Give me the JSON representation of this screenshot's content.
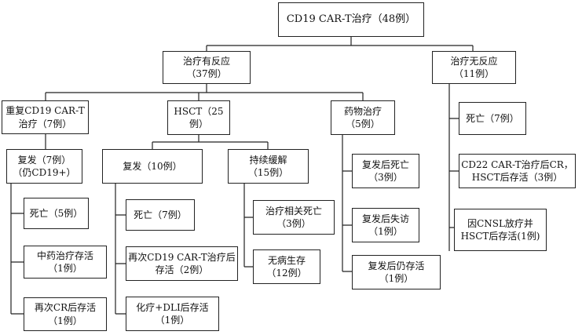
{
  "nodes": {
    "root": "CD19 CAR-T治疗（48例）",
    "responded": "治疗有反应\n（37例）",
    "no_response": "治疗无反应\n（11例）",
    "repeat_cart": "重复CD19 CAR-T\n治疗（7例）",
    "hsct": "HSCT（25例）",
    "drug": "药物治疗\n（5例）",
    "nr_death": "死亡（7例）",
    "nr_cd22": "CD22 CAR-T治疗后CR，\nHSCT后存活（3例）",
    "nr_cnsl": "因CNSL放疗并\nHSCT后存活(1例)",
    "repeat_relapse": "复发（7例）\n（仍CD19+）",
    "rr_death": "死亡（5例）",
    "rr_tcm": "中药治疗存活\n（1例）",
    "rr_cr": "再次CR后存活\n（1例）",
    "hsct_relapse": "复发（10例）",
    "hsct_remission": "持续缓解\n（15例）",
    "hr_death": "死亡（7例）",
    "hr_cart": "再次CD19 CAR-T治疗后\n存活（2例）",
    "hr_chemo": "化疗+DLI后存活\n（1例）",
    "rem_trm": "治疗相关死亡\n（3例）",
    "rem_dfs": "无病生存\n（12例）",
    "drug_death": "复发后死亡\n（3例）",
    "drug_lost": "复发后失访\n（1例）",
    "drug_alive": "复发后仍存活\n（1例）"
  }
}
